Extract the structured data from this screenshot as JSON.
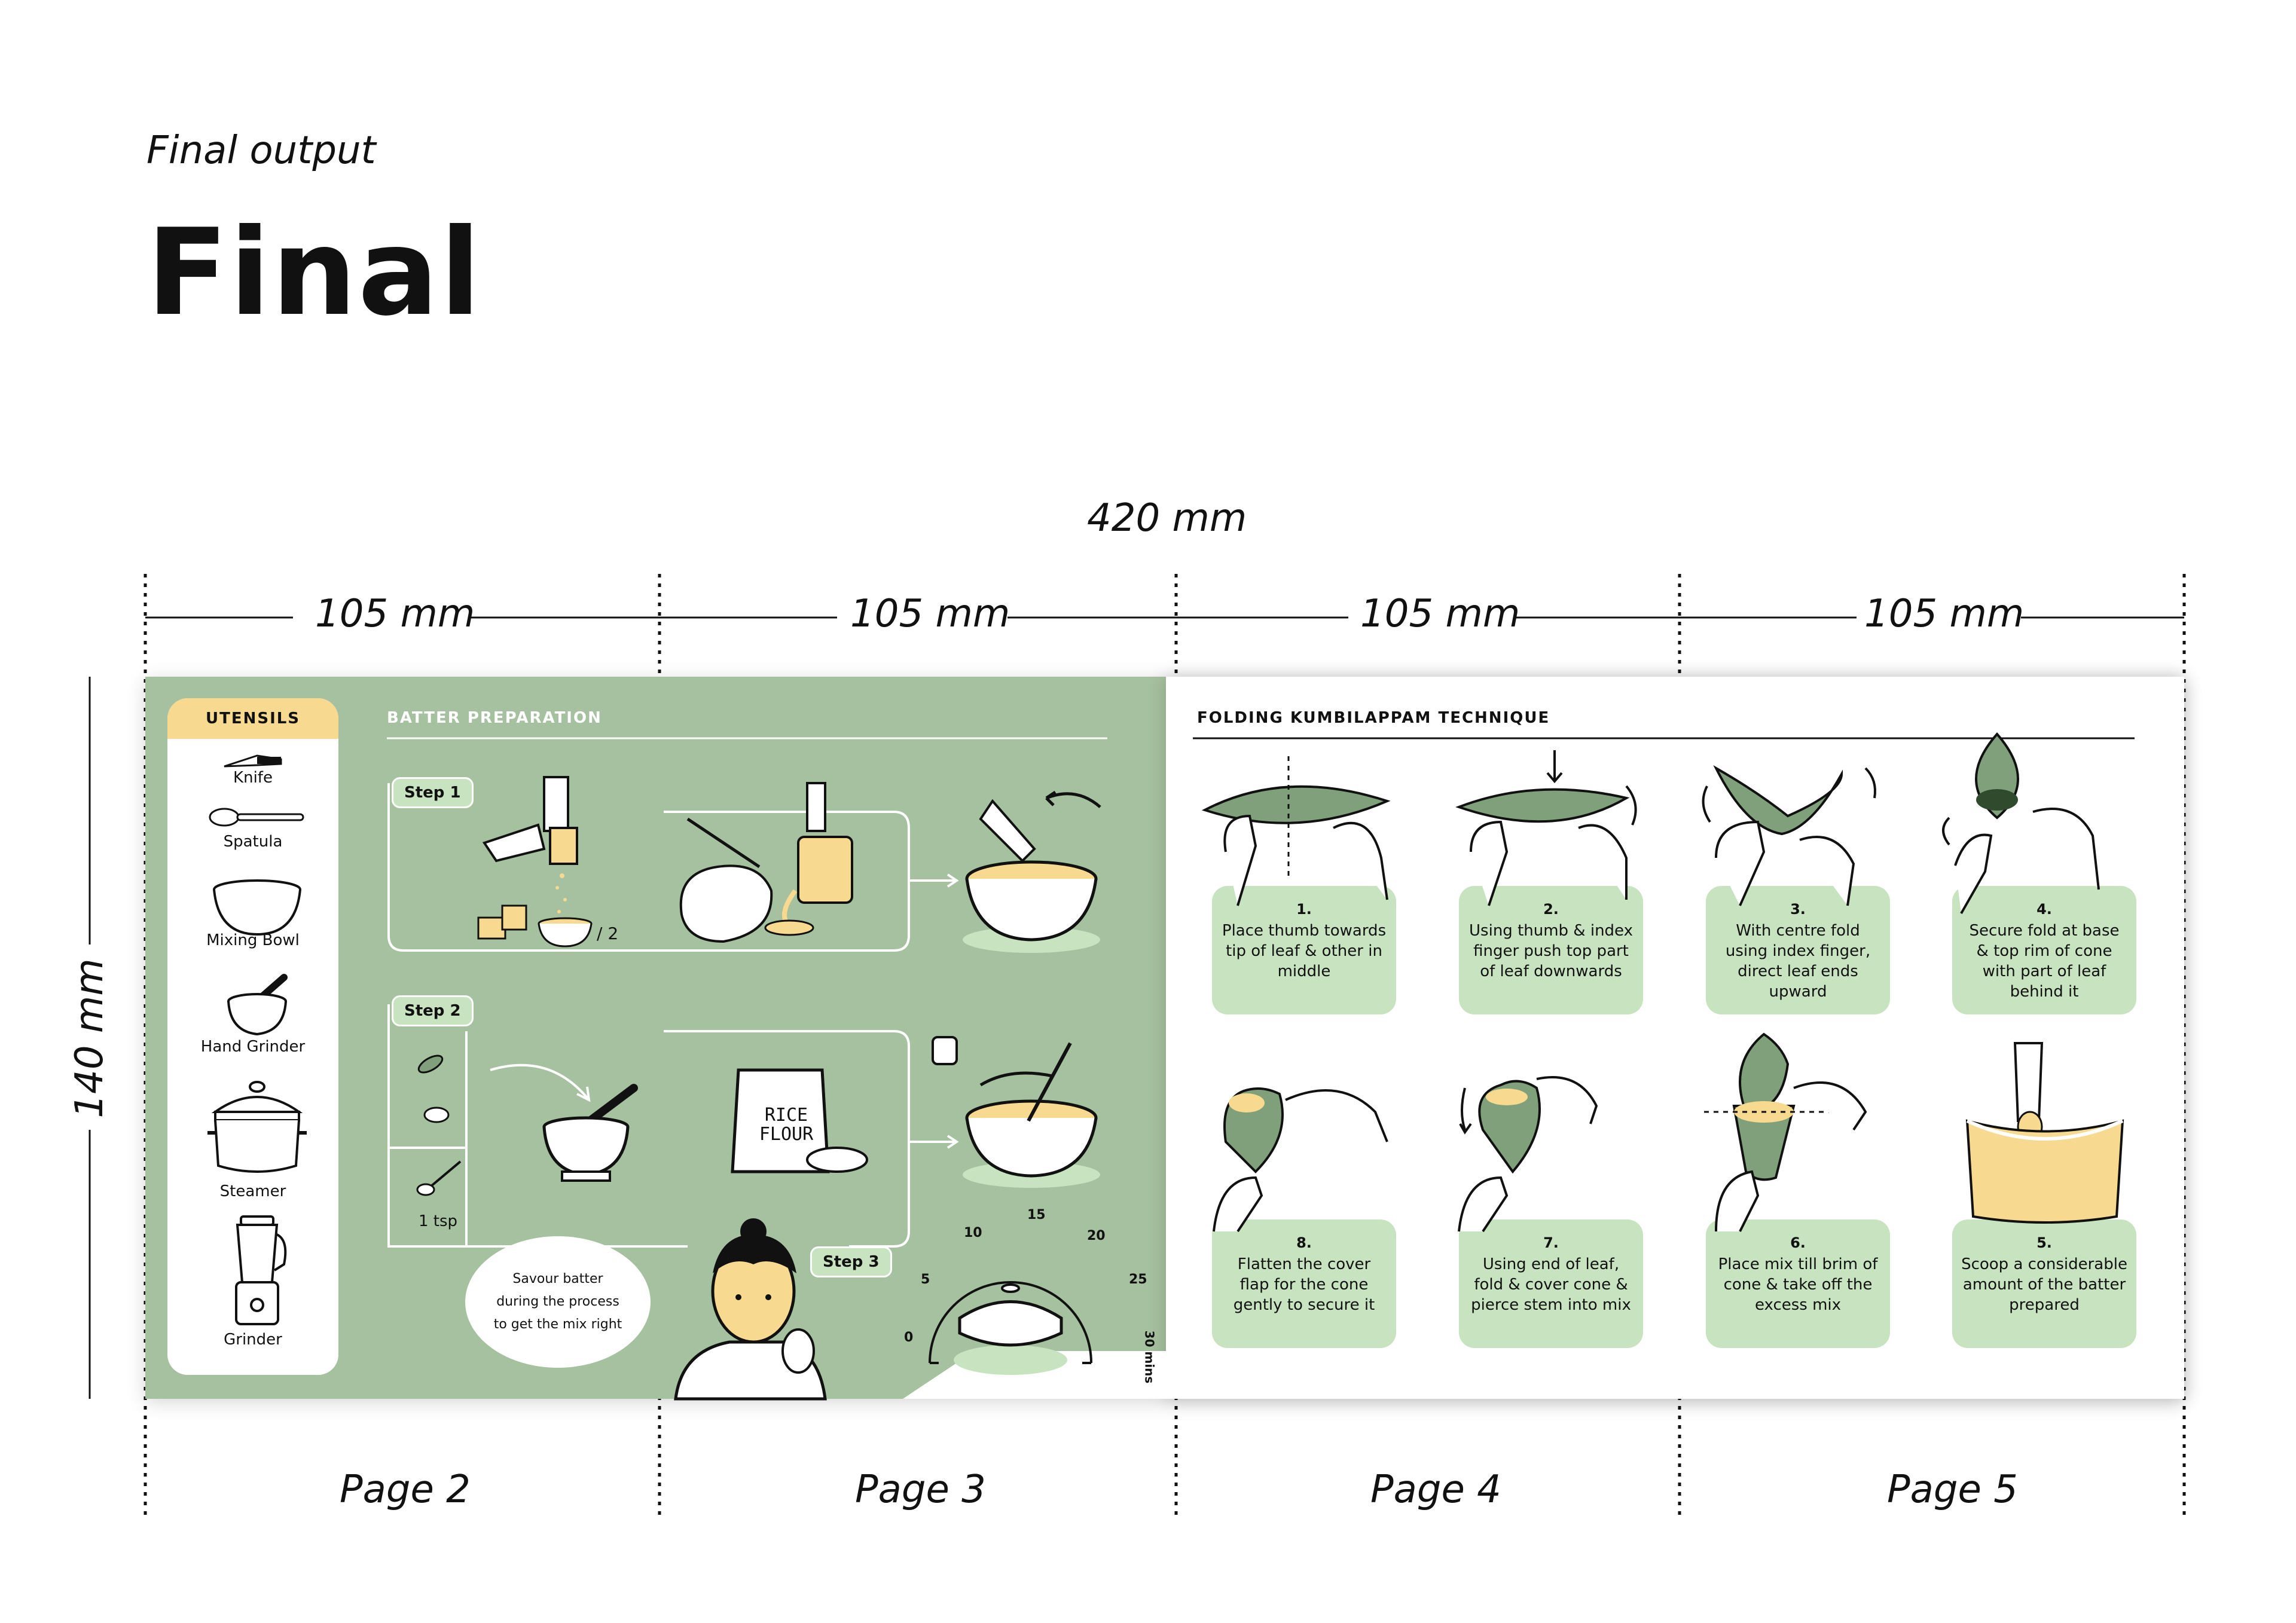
{
  "header": {
    "subtitle": "Final output",
    "title": "Final"
  },
  "dimensions": {
    "total": "420 mm",
    "section": "105 mm",
    "height": "140 mm"
  },
  "pages": [
    "Page 2",
    "Page 3",
    "Page 4",
    "Page 5"
  ],
  "utensils": {
    "heading": "UTENSILS",
    "items": [
      "Knife",
      "Spatula",
      "Mixing Bowl",
      "Hand Grinder",
      "Steamer",
      "Grinder"
    ]
  },
  "batter": {
    "heading": "BATTER PREPARATION",
    "step1": "Step 1",
    "step2": "Step 2",
    "step3": "Step 3",
    "half": "/ 2",
    "tsp": "1 tsp",
    "rice_flour_line1": "RICE",
    "rice_flour_line2": "FLOUR",
    "bubble": "Savour batter during the process to get the mix right",
    "timer_ticks": [
      "0",
      "5",
      "10",
      "15",
      "20",
      "25",
      "30 mins"
    ]
  },
  "folding": {
    "heading": "FOLDING KUMBILAPPAM TECHNIQUE",
    "steps": [
      {
        "num": "1.",
        "text": "Place thumb towards tip of leaf & other in middle"
      },
      {
        "num": "2.",
        "text": "Using thumb & index finger push top part of leaf downwards"
      },
      {
        "num": "3.",
        "text": "With centre fold using index finger, direct leaf ends upward"
      },
      {
        "num": "4.",
        "text": "Secure fold at base & top rim of cone with part of leaf behind it"
      },
      {
        "num": "8.",
        "text": "Flatten the cover flap for the cone gently to secure it"
      },
      {
        "num": "7.",
        "text": "Using end of leaf, fold & cover cone & pierce stem into mix"
      },
      {
        "num": "6.",
        "text": "Place mix till brim of cone & take off the excess mix"
      },
      {
        "num": "5.",
        "text": "Scoop a considerable amount of the batter prepared"
      }
    ]
  },
  "colors": {
    "green_panel": "#a6c19f",
    "card_green": "#c8e3c0",
    "utensil_header": "#f7d98f",
    "batter": "#f7d98f",
    "leaf": "#7fa07a"
  }
}
